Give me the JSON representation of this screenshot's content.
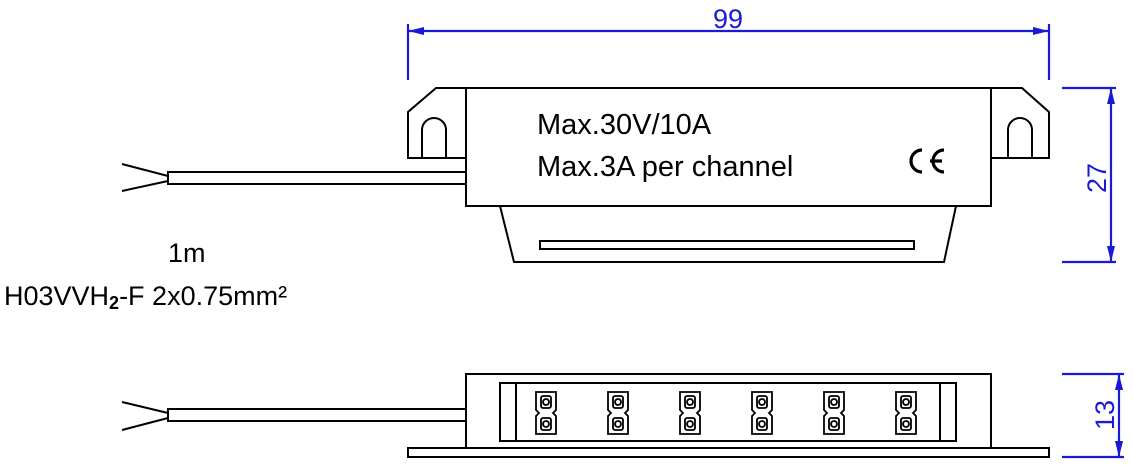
{
  "colors": {
    "outline": "#000000",
    "dimension": "#1a1ad6",
    "background": "#ffffff"
  },
  "device": {
    "rating_line1": "Max.30V/10A",
    "rating_line2": "Max.3A per channel",
    "ce_mark": "CE"
  },
  "cable": {
    "length": "1m",
    "spec_prefix": "H03VVH",
    "spec_sub": "2",
    "spec_suffix": "-F 2x0.75mm²"
  },
  "dimensions": {
    "width": "99",
    "height": "27",
    "depth": "13"
  },
  "terminals": {
    "count": 6
  },
  "icons": [
    "ce-mark-icon",
    "wire-end-icon",
    "mounting-tab-icon",
    "terminal-socket-icon"
  ]
}
